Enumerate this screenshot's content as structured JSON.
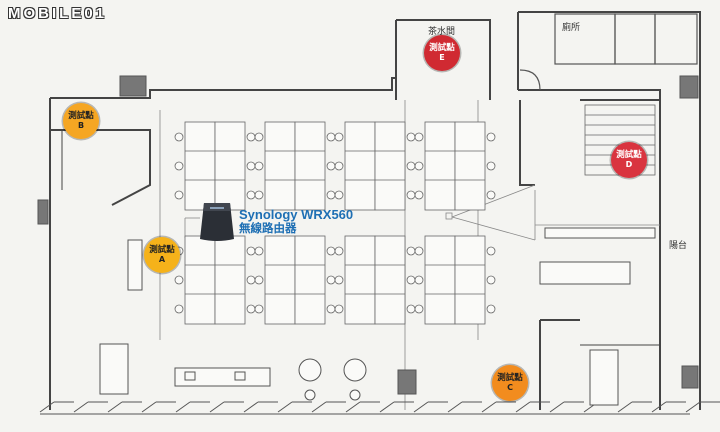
{
  "watermark": {
    "logo_text": "MOBILE01"
  },
  "rooms": {
    "tea_room": "茶水間",
    "restroom": "廁所",
    "balcony": "陽台"
  },
  "router": {
    "name": "Synology WRX560",
    "subtitle": "無線路由器"
  },
  "test_points": [
    {
      "id": "a",
      "label": "測試點",
      "letter": "A",
      "color": "#f5b21a",
      "text_color": "#222222"
    },
    {
      "id": "b",
      "label": "測試點",
      "letter": "B",
      "color": "#f5a623",
      "text_color": "#222222"
    },
    {
      "id": "c",
      "label": "測試點",
      "letter": "C",
      "color": "#f28c1e",
      "text_color": "#222222"
    },
    {
      "id": "d",
      "label": "測試點",
      "letter": "D",
      "color": "#d9343f",
      "text_color": "#ffffff"
    },
    {
      "id": "e",
      "label": "測試點",
      "letter": "E",
      "color": "#d02a32",
      "text_color": "#ffffff"
    }
  ],
  "colors": {
    "router_text": "#1e6fb4",
    "wall": "#444444"
  }
}
